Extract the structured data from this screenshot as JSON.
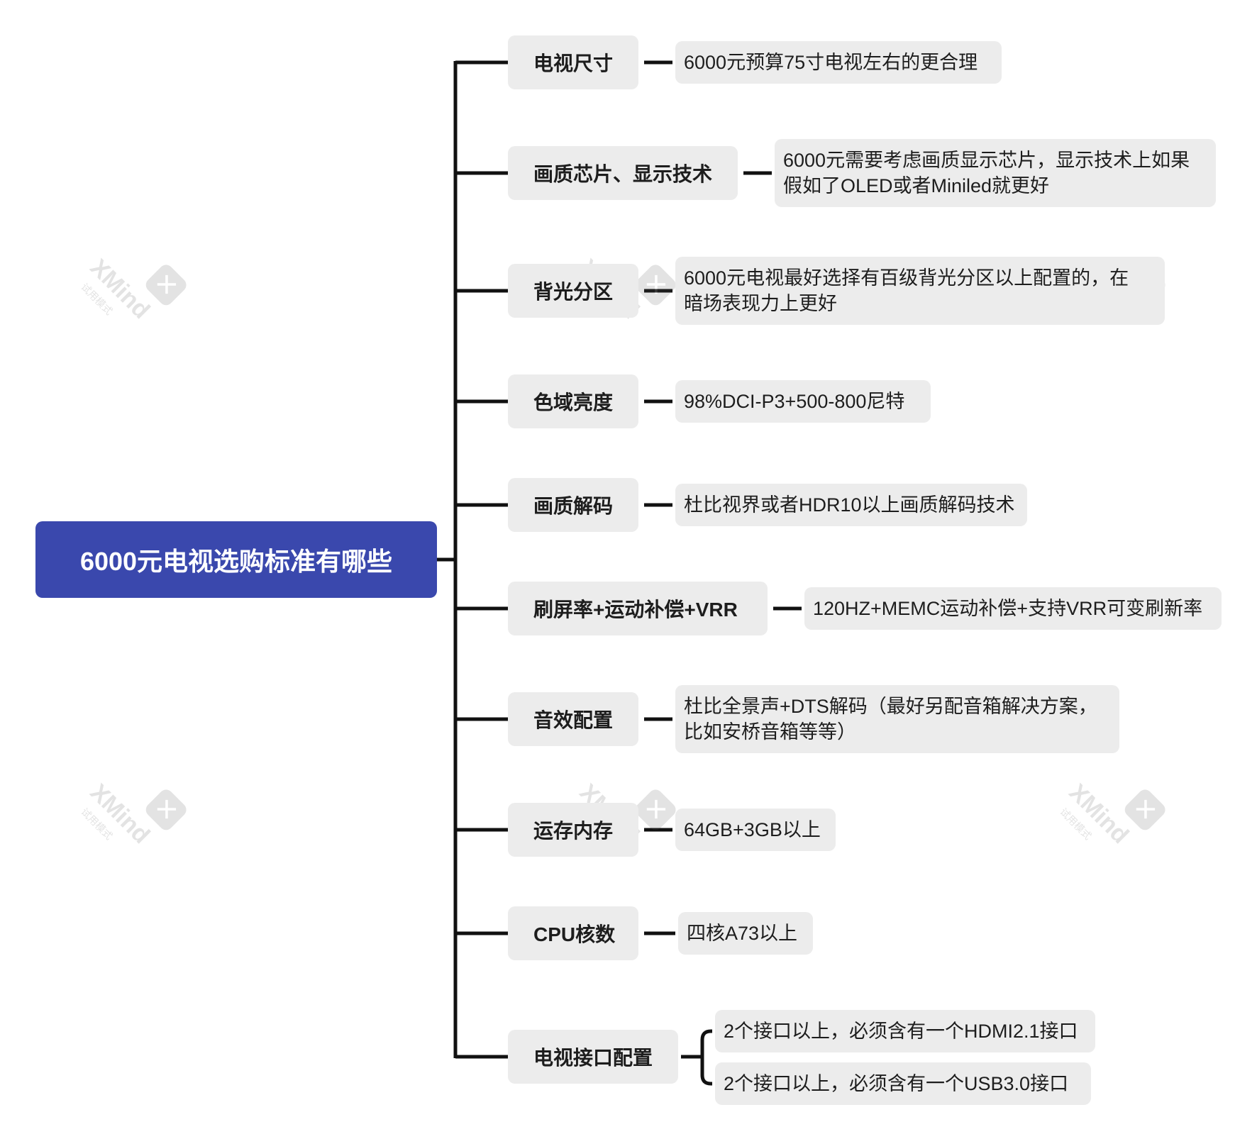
{
  "root": {
    "label": "6000元电视选购标准有哪些"
  },
  "categories": [
    {
      "label": "电视尺寸",
      "details": [
        "6000元预算75寸电视左右的更合理"
      ]
    },
    {
      "label": "画质芯片、显示技术",
      "details": [
        "6000元需要考虑画质显示芯片，显示技术上如果假如了OLED或者Miniled就更好"
      ],
      "lines": [
        "6000元需要考虑画质显示芯片，显示技术上如果",
        "假如了OLED或者Miniled就更好"
      ]
    },
    {
      "label": "背光分区",
      "details": [
        "6000元电视最好选择有百级背光分区以上配置的，在暗场表现力上更好"
      ],
      "lines": [
        "6000元电视最好选择有百级背光分区以上配置的，在",
        "暗场表现力上更好"
      ]
    },
    {
      "label": "色域亮度",
      "details": [
        "98%DCI-P3+500-800尼特"
      ]
    },
    {
      "label": "画质解码",
      "details": [
        "杜比视界或者HDR10以上画质解码技术"
      ]
    },
    {
      "label": "刷屏率+运动补偿+VRR",
      "details": [
        "120HZ+MEMC运动补偿+支持VRR可变刷新率"
      ]
    },
    {
      "label": "音效配置",
      "details": [
        "杜比全景声+DTS解码（最好另配音箱解决方案，比如安桥音箱等等）"
      ],
      "lines": [
        "杜比全景声+DTS解码（最好另配音箱解决方案，",
        "比如安桥音箱等等）"
      ]
    },
    {
      "label": "运存内存",
      "details": [
        "64GB+3GB以上"
      ]
    },
    {
      "label": "CPU核数",
      "details": [
        "四核A73以上"
      ]
    },
    {
      "label": "电视接口配置",
      "details": [
        "2个接口以上，必须含有一个HDMI2.1接口",
        "2个接口以上，必须含有一个USB3.0接口"
      ]
    }
  ],
  "watermark": {
    "brand": "XMind",
    "subtitle": "试用模式"
  },
  "colors": {
    "root_bg": "#3a48ad",
    "node_bg": "#ececec",
    "line": "#111111",
    "root_text": "#ffffff"
  }
}
